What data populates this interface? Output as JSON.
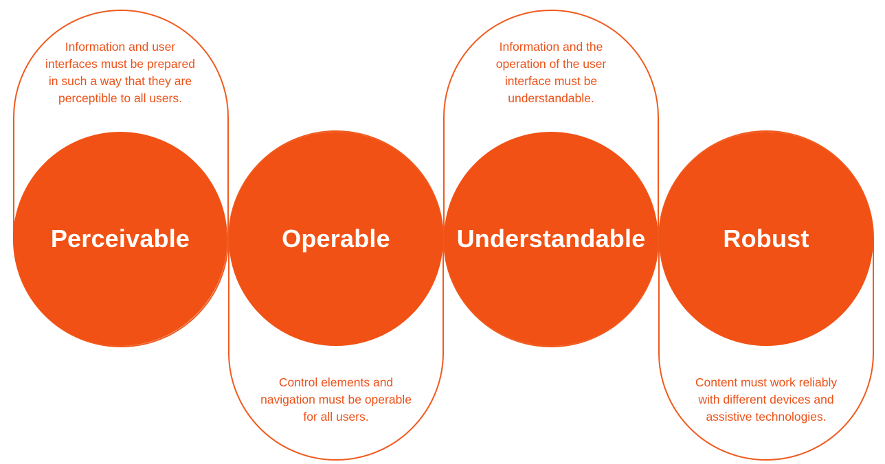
{
  "accent_color": "#f15114",
  "principles": [
    {
      "title": "Perceivable",
      "description": [
        "Information and user",
        "interfaces must be prepared",
        "in such a way that they are",
        "perceptible to all users."
      ]
    },
    {
      "title": "Operable",
      "description": [
        "Control elements and",
        "navigation must be operable",
        "for all users."
      ]
    },
    {
      "title": "Understandable",
      "description": [
        "Information and the",
        "operation of the user",
        "interface must be",
        "understandable."
      ]
    },
    {
      "title": "Robust",
      "description": [
        "Content must work reliably",
        "with different devices and",
        "assistive technologies."
      ]
    }
  ]
}
